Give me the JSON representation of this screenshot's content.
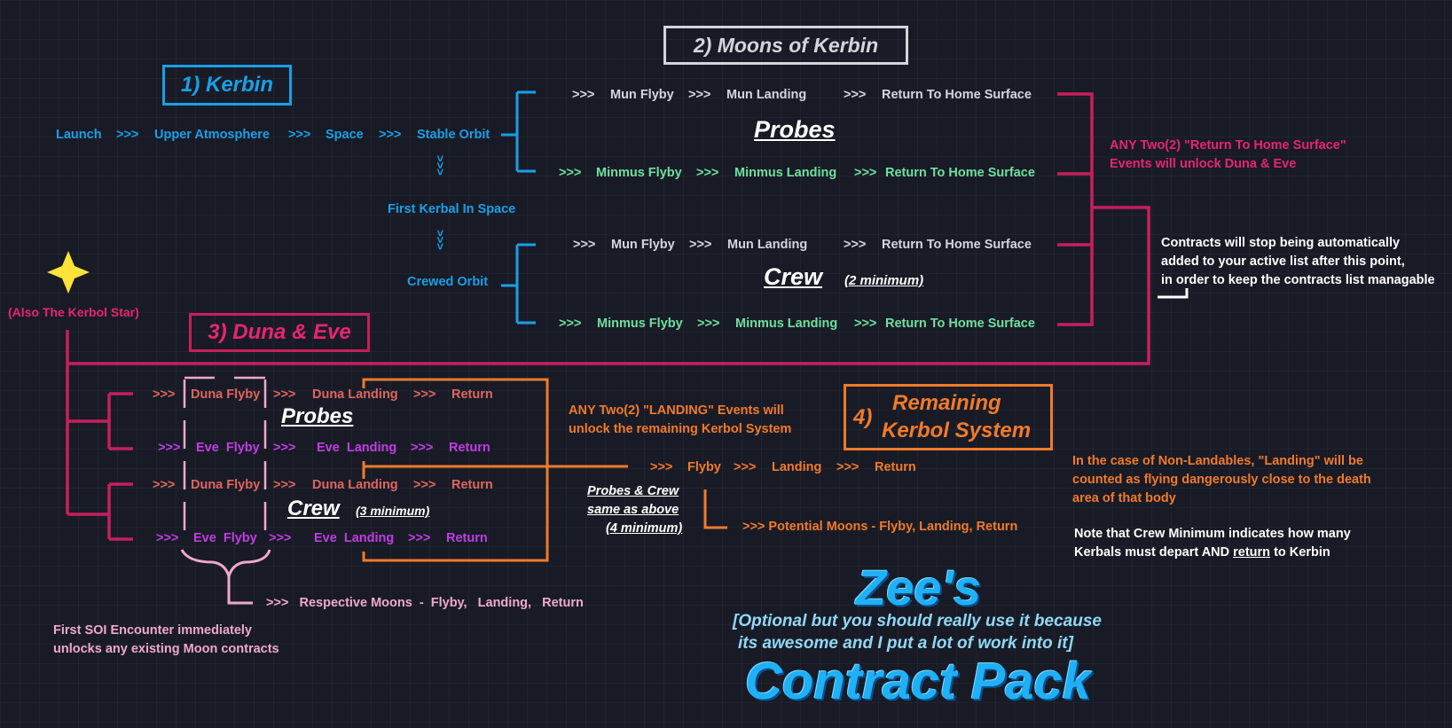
{
  "stage1": {
    "title": "1)  Kerbin",
    "chain": [
      "Launch",
      ">>>",
      "Upper Atmosphere",
      ">>>",
      "Space",
      ">>>",
      "Stable Orbit"
    ],
    "down_arrow": ">>>",
    "first_kerbal": "First Kerbal In Space",
    "crewed_orbit": "Crewed Orbit"
  },
  "stage2": {
    "title": "2)  Moons of Kerbin",
    "probes_label": "Probes",
    "crew_label": "Crew",
    "crew_minimum": "(2 minimum)",
    "rows": {
      "probe_mun": [
        ">>>",
        "Mun Flyby",
        ">>>",
        "Mun Landing",
        ">>>",
        "Return To Home Surface"
      ],
      "probe_minmus": [
        ">>>",
        "Minmus Flyby",
        ">>>",
        "Minmus Landing",
        ">>>",
        "Return To Home Surface"
      ],
      "crew_mun": [
        ">>>",
        "Mun Flyby",
        ">>>",
        "Mun Landing",
        ">>>",
        "Return To Home Surface"
      ],
      "crew_minmus": [
        ">>>",
        "Minmus Flyby",
        ">>>",
        "Minmus Landing",
        ">>>",
        "Return To Home Surface"
      ]
    },
    "unlock_note": [
      "ANY Two(2) \"Return To Home Surface\"",
      "Events will unlock Duna & Eve"
    ],
    "stop_note": [
      "Contracts will stop being automatically",
      "added to your active list after this point,",
      "in order to keep the contracts list managable"
    ]
  },
  "star": {
    "label": "(Also The Kerbol Star)"
  },
  "stage3": {
    "title": "3)  Duna & Eve",
    "probes_label": "Probes",
    "crew_label": "Crew",
    "crew_minimum": "(3 minimum)",
    "rows": {
      "probe_duna": [
        ">>>",
        "Duna Flyby",
        ">>>",
        "Duna Landing",
        ">>>",
        "Return"
      ],
      "probe_eve": [
        ">>>",
        "Eve  Flyby",
        ">>>",
        "Eve  Landing",
        ">>>",
        "Return"
      ],
      "crew_duna": [
        ">>>",
        "Duna Flyby",
        ">>>",
        "Duna Landing",
        ">>>",
        "Return"
      ],
      "crew_eve": [
        ">>>",
        "Eve  Flyby",
        ">>>",
        "Eve  Landing",
        ">>>",
        "Return"
      ]
    },
    "moons_row": ">>>   Respective Moons  -  Flyby,   Landing,   Return",
    "soi_note": [
      "First SOI Encounter immediately",
      "unlocks any existing Moon contracts"
    ],
    "landing_note": [
      "ANY Two(2) \"LANDING\" Events will",
      "unlock the remaining Kerbol System"
    ]
  },
  "stage4": {
    "number": "4)",
    "title_line1": "Remaining",
    "title_line2": "Kerbol System",
    "chain": [
      ">>>",
      "Flyby",
      ">>>",
      "Landing",
      ">>>",
      "Return"
    ],
    "same_note": [
      "Probes & Crew",
      "same as above",
      "(4 minimum)"
    ],
    "moons_row": ">>>  Potential Moons - Flyby, Landing, Return",
    "nonland_note": [
      "In the case of Non-Landables, \"Landing\" will be",
      "counted as flying dangerously close to the death",
      "area of that body"
    ],
    "crew_note_before": "Kerbals must depart AND ",
    "crew_note_underlined": "return",
    "crew_note_after": " to Kerbin",
    "crew_note_line1": "Note that Crew Minimum indicates how many"
  },
  "logo": {
    "line1": "Zee's",
    "subtitle_line1": "[Optional but you should really use it because",
    "subtitle_line2": "its awesome and I put a lot of work into it]",
    "line2": "Contract Pack"
  },
  "colors": {
    "blue": "#1a9fe6",
    "grey": "#d3d5db",
    "green": "#6fe09c",
    "magenta": "#c81e5c",
    "pink_text": "#e8256f",
    "orange": "#f17a2a",
    "purple": "#c13de3",
    "salmon": "#e0655f",
    "rose": "#f0a8cc",
    "star": "#ffe23a"
  }
}
